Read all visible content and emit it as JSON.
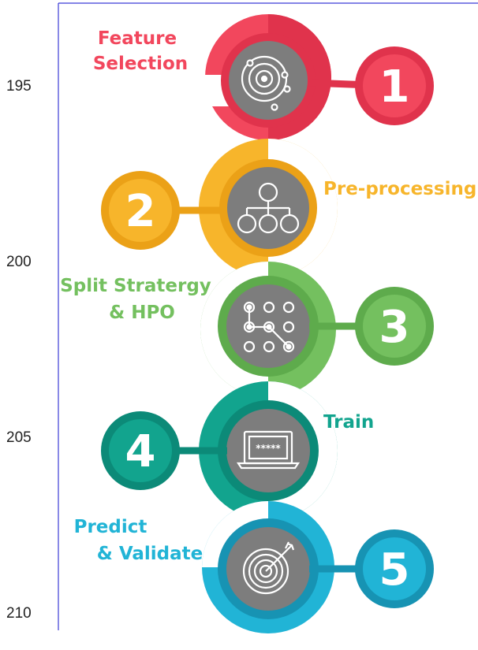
{
  "axis": {
    "ticks": [
      "195",
      "200",
      "205",
      "210"
    ]
  },
  "steps": [
    {
      "number": "1",
      "label_lines": [
        "Feature",
        "Selection"
      ],
      "color": "#f2475d",
      "dark": "#e0334c",
      "icon": "orbit-icon"
    },
    {
      "number": "2",
      "label_lines": [
        "Pre-processing"
      ],
      "color": "#f7b52b",
      "dark": "#eba117",
      "icon": "hierarchy-icon"
    },
    {
      "number": "3",
      "label_lines": [
        "Split Stratergy",
        "& HPO"
      ],
      "color": "#74c05f",
      "dark": "#5eab4c",
      "icon": "pattern-grid-icon"
    },
    {
      "number": "4",
      "label_lines": [
        "Train"
      ],
      "color": "#12a48e",
      "dark": "#0c8a78",
      "icon": "laptop-password-icon",
      "screen_text": "*****"
    },
    {
      "number": "5",
      "label_lines": [
        "Predict",
        "& Validate"
      ],
      "color": "#21b4d6",
      "dark": "#1793b3",
      "icon": "target-arrow-icon"
    }
  ]
}
